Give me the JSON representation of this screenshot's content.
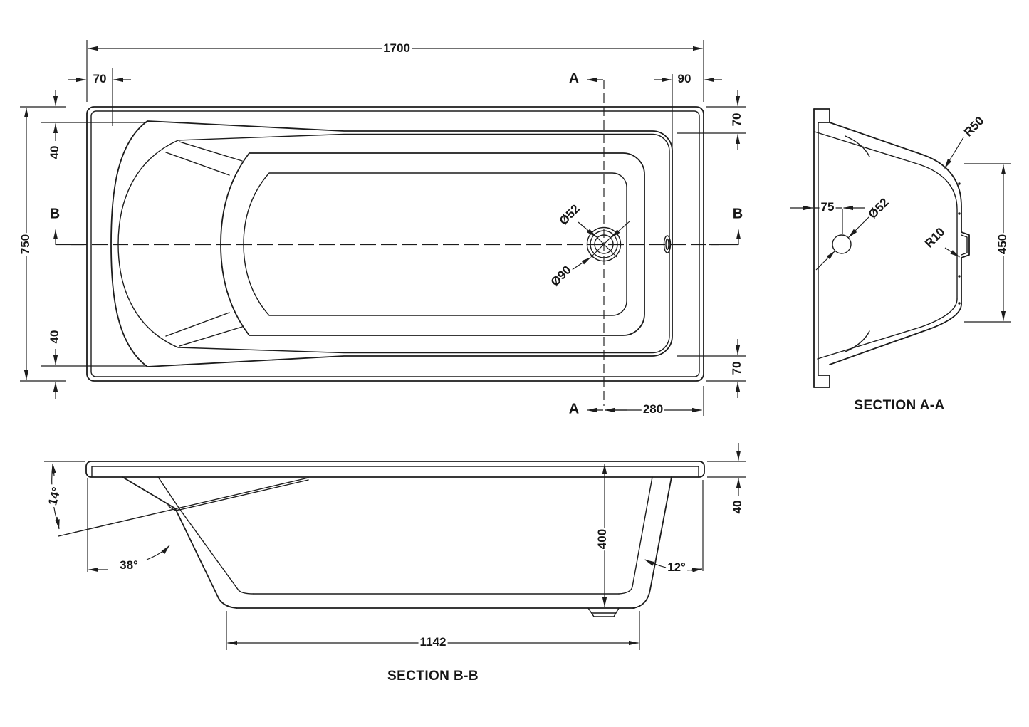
{
  "colors": {
    "line": "#1c1c1c",
    "background": "#ffffff"
  },
  "plan_view": {
    "marker_a": "A",
    "marker_b": "B",
    "dims": {
      "overall_length": "1700",
      "left_offset": "70",
      "right_offset": "90",
      "overall_width": "750",
      "rim_top": "40",
      "rim_bottom": "40",
      "rim_right_top": "70",
      "rim_right_bottom": "70",
      "drain_to_end": "280",
      "waste_diameter": "Ø52",
      "waste_outer_diameter": "Ø90"
    }
  },
  "section_aa": {
    "title": "SECTION A-A",
    "dims": {
      "corner_radius": "R50",
      "overflow_offset": "75",
      "overflow_diameter": "Ø52",
      "ledge_radius": "R10",
      "base_width": "450"
    }
  },
  "section_bb": {
    "title": "SECTION B-B",
    "dims": {
      "backrest_angle": "14°",
      "head_slope_angle": "38°",
      "foot_slope_angle": "12°",
      "depth": "400",
      "rim_height": "40",
      "base_length": "1142"
    }
  }
}
